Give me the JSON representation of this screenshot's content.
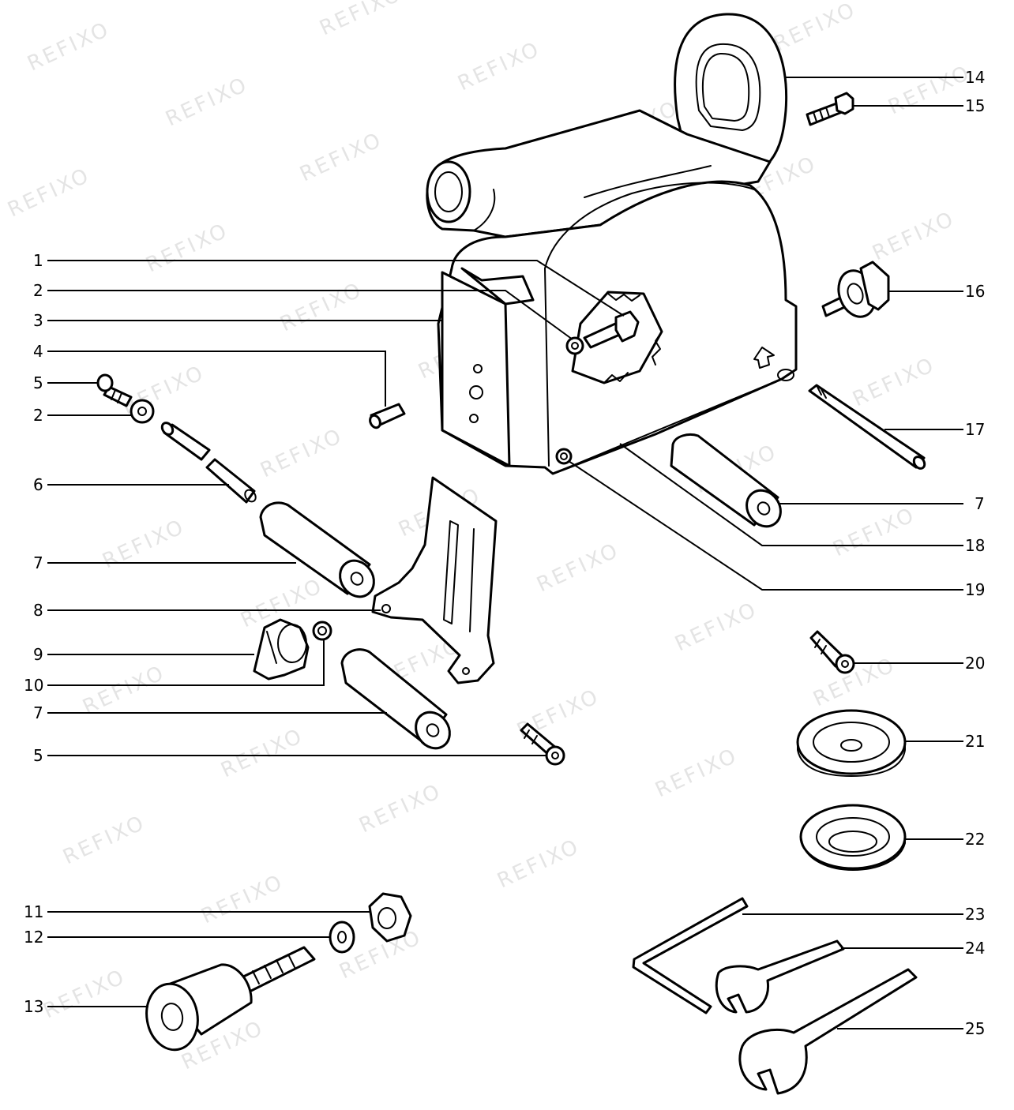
{
  "watermark": "REFIXO",
  "callouts_left": [
    "1",
    "2",
    "3",
    "4",
    "5",
    "2",
    "6",
    "7",
    "8",
    "9",
    "10",
    "7",
    "5",
    "11",
    "12",
    "13"
  ],
  "callouts_right": [
    "14",
    "15",
    "16",
    "17",
    "7",
    "18",
    "19",
    "20",
    "21",
    "22",
    "23",
    "24",
    "25"
  ],
  "colors": {
    "line": "#000000",
    "watermark": "#e4e4e4",
    "background": "#ffffff"
  }
}
